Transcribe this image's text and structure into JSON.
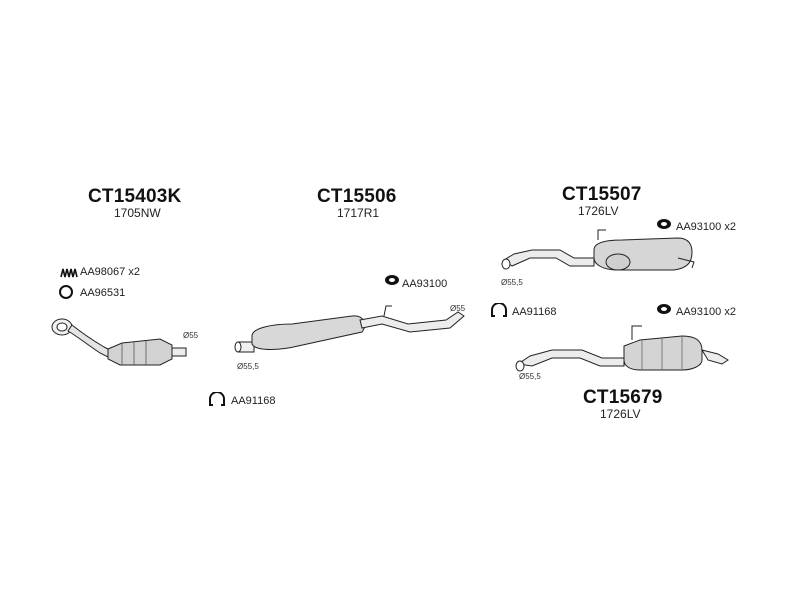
{
  "assemblies": {
    "front": {
      "code": "CT15403K",
      "ref": "1705NW",
      "dia_out": "Ø55"
    },
    "middle": {
      "code": "CT15506",
      "ref": "1717R1",
      "dia_in": "Ø55,5",
      "dia_out": "Ø55"
    },
    "rear_upper": {
      "code": "CT15507",
      "ref": "1726LV",
      "dia_in": "Ø55,5"
    },
    "rear_lower": {
      "code": "CT15679",
      "ref": "1726LV",
      "dia_in": "Ø55,5"
    }
  },
  "accessories": {
    "spring_kit": "AA98067 x2",
    "gasket_ring": "AA96531",
    "mount_middle": "AA93100",
    "clamp_middle": "AA91168",
    "mount_rear_upper": "AA93100 x2",
    "clamp_rear": "AA91168",
    "mount_rear_lower": "AA93100 x2"
  },
  "icons": {
    "spring": "spring-icon",
    "ring": "ring-gasket-icon",
    "mount": "rubber-mount-icon",
    "clamp": "clamp-icon"
  }
}
